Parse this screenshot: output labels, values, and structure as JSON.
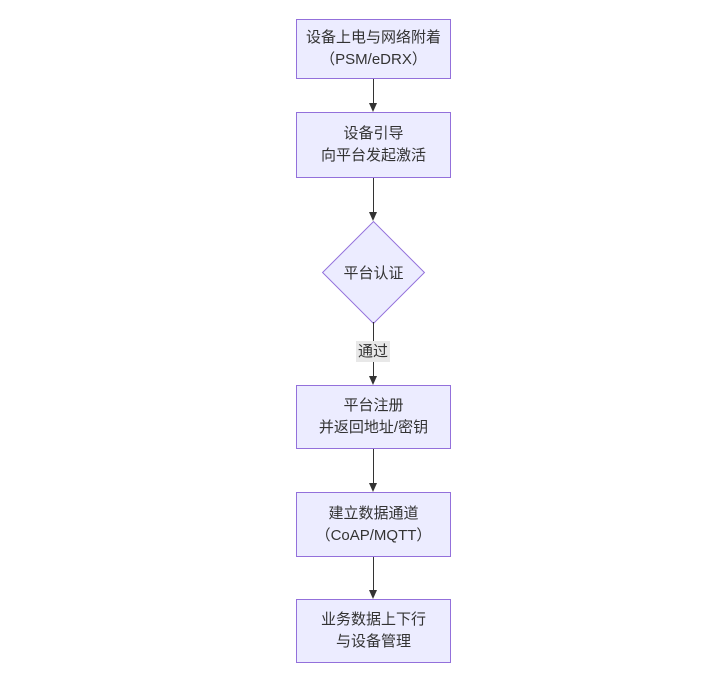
{
  "diagram": {
    "type": "flowchart",
    "direction": "top-down",
    "nodes": [
      {
        "id": "power-attach",
        "shape": "rect",
        "lines": [
          "设备上电与网络附着",
          "（PSM/eDRX）"
        ]
      },
      {
        "id": "bootstrap",
        "shape": "rect",
        "lines": [
          "设备引导",
          "向平台发起激活"
        ]
      },
      {
        "id": "platform-auth",
        "shape": "diamond",
        "label": "平台认证"
      },
      {
        "id": "register",
        "shape": "rect",
        "lines": [
          "平台注册",
          "并返回地址/密钥"
        ]
      },
      {
        "id": "data-channel",
        "shape": "rect",
        "lines": [
          "建立数据通道",
          "（CoAP/MQTT）"
        ]
      },
      {
        "id": "business-data",
        "shape": "rect",
        "lines": [
          "业务数据上下行",
          "与设备管理"
        ]
      }
    ],
    "edges": [
      {
        "from": "power-attach",
        "to": "bootstrap",
        "label": ""
      },
      {
        "from": "bootstrap",
        "to": "platform-auth",
        "label": ""
      },
      {
        "from": "platform-auth",
        "to": "register",
        "label": "通过"
      },
      {
        "from": "register",
        "to": "data-channel",
        "label": ""
      },
      {
        "from": "data-channel",
        "to": "business-data",
        "label": ""
      }
    ],
    "colors": {
      "node_fill": "#ECECFF",
      "node_border": "#9370DB",
      "arrow": "#333333",
      "edge_label_bg": "#e8e8e8",
      "text": "#333333",
      "background": "#ffffff"
    }
  }
}
